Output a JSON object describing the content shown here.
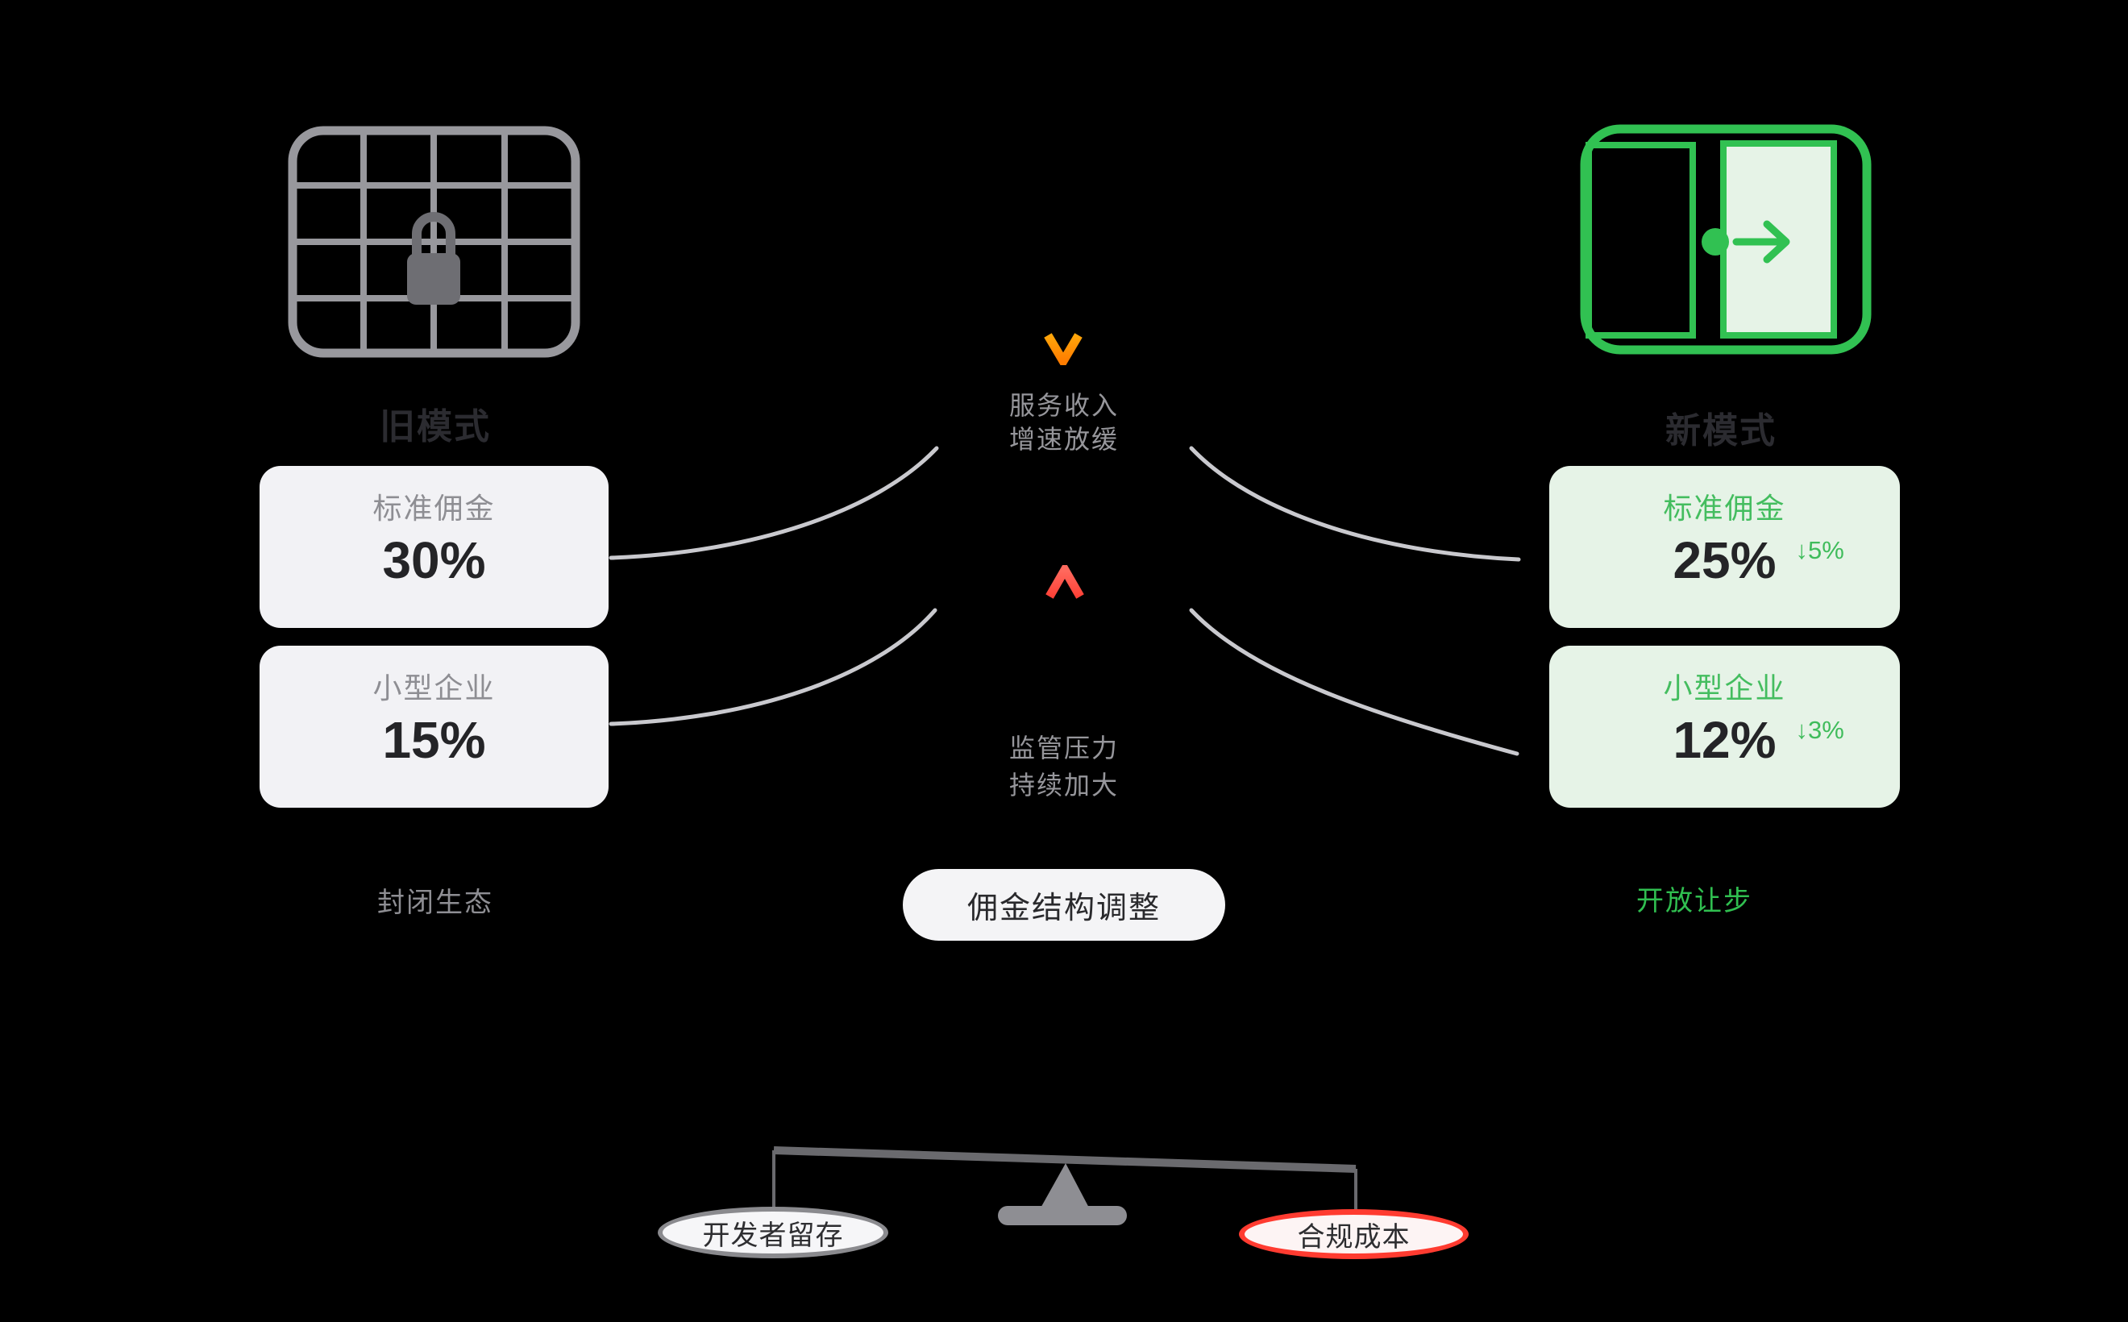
{
  "old_model": {
    "title": "旧模式",
    "icon": "locked-grid-icon",
    "cards": [
      {
        "label": "标准佣金",
        "value": "30%"
      },
      {
        "label": "小型企业",
        "value": "15%"
      }
    ],
    "caption": "封闭生态"
  },
  "new_model": {
    "title": "新模式",
    "icon": "open-door-icon",
    "cards": [
      {
        "label": "标准佣金",
        "value": "25%",
        "delta": "↓5%"
      },
      {
        "label": "小型企业",
        "value": "12%",
        "delta": "↓3%"
      }
    ],
    "caption": "开放让步"
  },
  "center": {
    "decline_icon": "chevron-down-icon",
    "decline_lines": [
      "服务收入",
      "增速放缓"
    ],
    "rise_icon": "chevron-up-icon",
    "rise_lines": [
      "监管压力",
      "持续加大"
    ],
    "pill": "佣金结构调整"
  },
  "balance": {
    "icon": "balance-scale",
    "left_label": "开发者留存",
    "right_label": "合规成本"
  },
  "colors": {
    "background": "#000000",
    "green": "#31c152",
    "light_green": "#e6f3e7",
    "green_text": "#3fbc5b",
    "orange": "#ff8c00",
    "coral_red": "#ff4b41",
    "alert_red": "#ff3b30",
    "gray_label": "#8e8e93",
    "dark_text": "#242427",
    "card_gray_bg": "#f2f2f5",
    "connector_gray": "#c9c9ce",
    "beam_gray": "#6a6a6e"
  }
}
